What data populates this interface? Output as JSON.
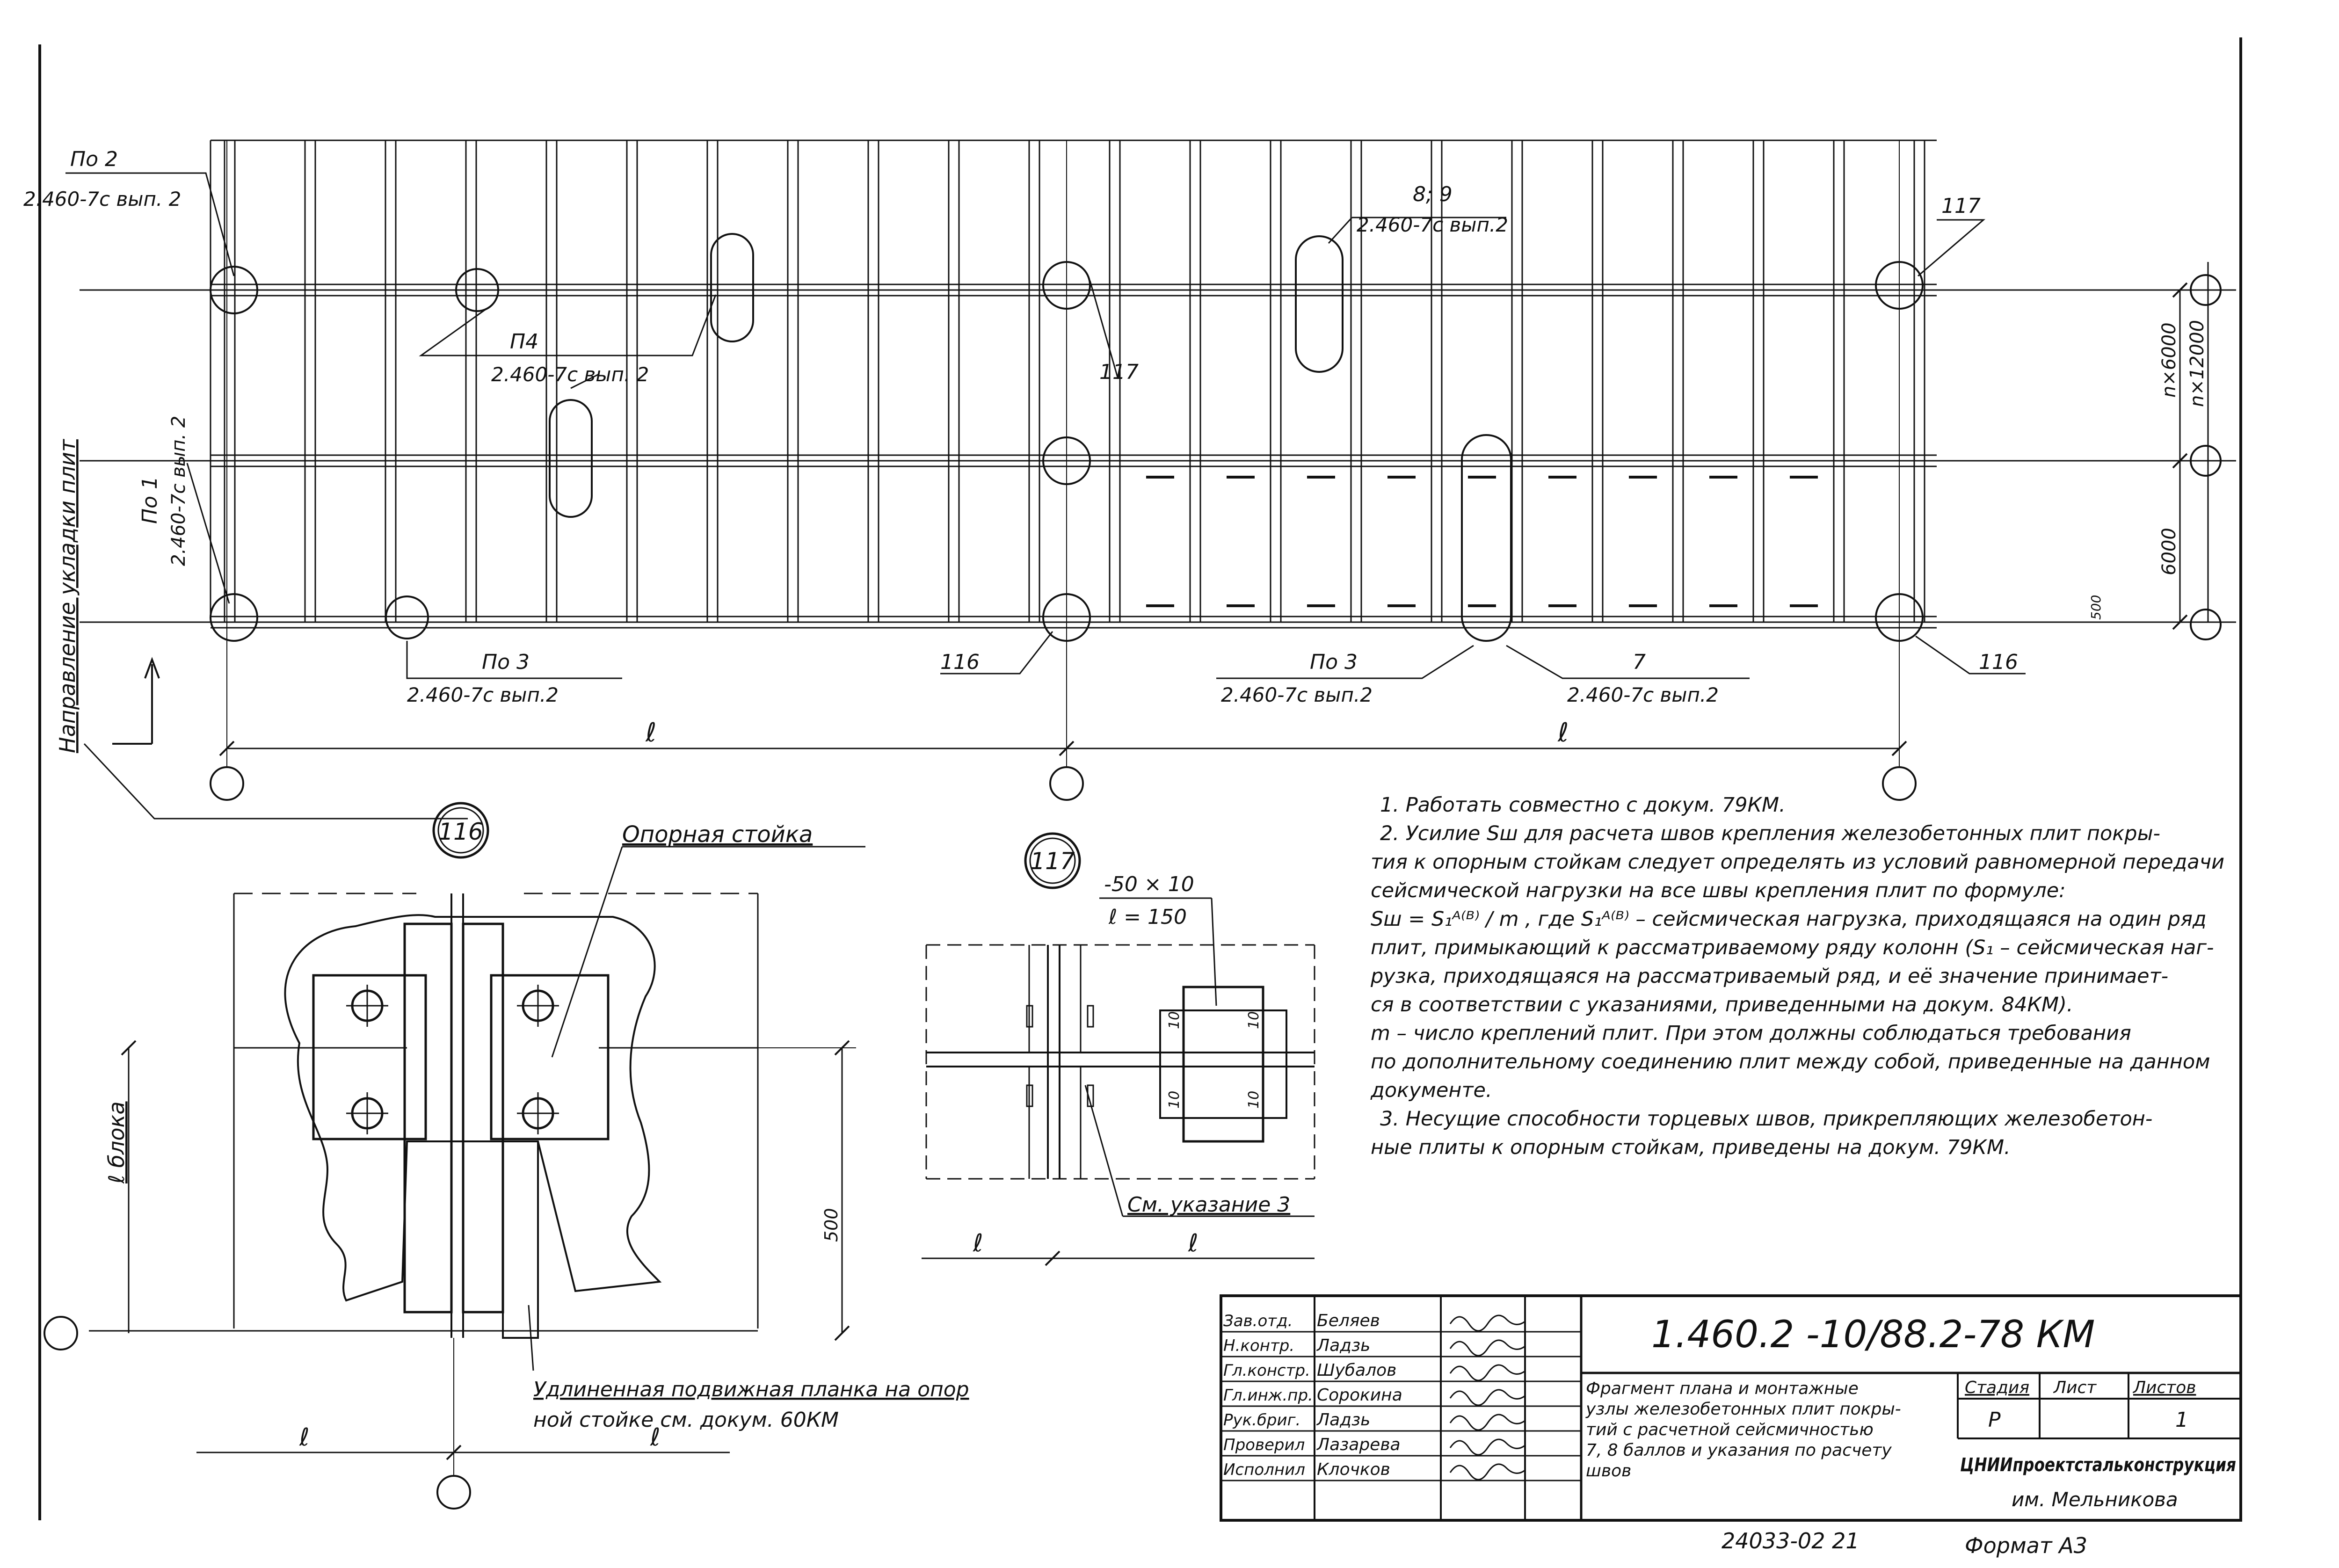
{
  "plan": {
    "callout_po2": {
      "title": "По 2",
      "ref": "2.460-7с вып. 2"
    },
    "callout_po1": {
      "title": "По 1",
      "ref": "2.460-7с вып. 2"
    },
    "callout_p4": {
      "title": "П4",
      "ref": "2.460-7с вып. 2"
    },
    "callout_89": {
      "title": "8; 9",
      "ref": "2.460-7с вып.2"
    },
    "callout_117_top": "117",
    "callout_117_mid": "117",
    "callout_116_left": "116",
    "callout_116_right": "116",
    "callout_po3_left": {
      "title": "По 3",
      "ref": "2.460-7с вып.2"
    },
    "callout_po3_mid": {
      "title": "По 3",
      "ref": "2.460-7с вып.2"
    },
    "callout_7": {
      "title": "7",
      "ref": "2.460-7с вып.2"
    },
    "dim_n6000": "n×6000",
    "dim_n12000": "n×12000",
    "dim_6000": "6000",
    "dim_500": "500",
    "span_label_left": "ℓ",
    "span_label_right": "ℓ",
    "direction_label": "Направление укладки плит"
  },
  "detail116": {
    "number": "116",
    "title": "Опорная стойка",
    "dim_block": "ℓ блока",
    "dim_500": "500",
    "note": "Удлиненная подвижная планка на опорной стойке см. докум. 60КМ",
    "span_left": "ℓ",
    "span_right": "ℓ"
  },
  "detail117": {
    "number": "117",
    "plate": "-50 × 10",
    "plate_len": "ℓ = 150",
    "weld_size": "10",
    "see_note": "См. указание 3",
    "span_left": "ℓ",
    "span_right": "ℓ"
  },
  "notes": [
    "1. Работать совместно с докум. 79КМ.",
    "2. Усилие Sш для расчета швов крепления железобетонных плит покры-",
    "тия к опорным стойкам следует определять из условий равномерной передачи",
    "сейсмической нагрузки на все швы крепления плит по формуле:",
    "Sш = S₁ᴬ⁽ᴮ⁾ / m , где S₁ᴬ⁽ᴮ⁾ – сейсмическая нагрузка, приходящаяся на один ряд",
    "плит, примыкающий к рассматриваемому ряду колонн (S₁ – сейсмическая наг-",
    "рузка, приходящаяся на рассматриваемый ряд, и её значение принимает-",
    "ся в соответствии с указаниями, приведенными на докум. 84КМ).",
    "m – число креплений плит. При этом должны соблюдаться требования",
    "по дополнительному соединению плит между собой, приведенные на данном",
    "документе.",
    "3. Несущие способности торцевых швов, прикрепляющих железобетон-",
    "ные плиты к опорным стойкам, приведены на докум. 79КМ."
  ],
  "title_block": {
    "code": "1.460.2 -10/88.2-78 КМ",
    "roles": [
      "Зав.отд.",
      "Н.контр.",
      "Гл.констр.",
      "Гл.инж.пр.",
      "Рук.бриг.",
      "Проверил",
      "Исполнил"
    ],
    "names": [
      "Беляев",
      "Ладзь",
      "Шубалов",
      "Сорокина",
      "Ладзь",
      "Лазарева",
      "Клочков"
    ],
    "description": [
      "Фрагмент плана и монтажные",
      "узлы железобетонных плит покры-",
      "тий с расчетной сейсмичностью",
      "7, 8 баллов и указания по расчету",
      "швов"
    ],
    "stage_label": "Стадия",
    "sheet_label": "Лист",
    "sheets_label": "Листов",
    "stage": "Р",
    "sheets": "1",
    "org": "ЦНИИпроектстальконструкция",
    "org2": "им. Мельникова"
  },
  "footer": {
    "inv": "24033-02  21",
    "format": "Формат  А3"
  }
}
